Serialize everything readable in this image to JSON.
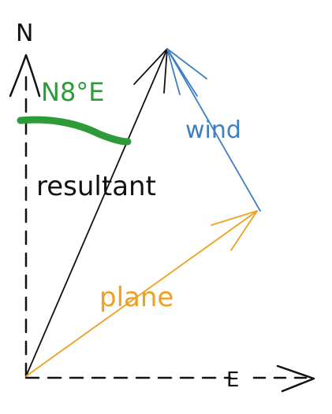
{
  "labels": {
    "north": "N",
    "east": "E",
    "angle": "N8°E",
    "wind": "wind",
    "resultant": "resultant",
    "plane": "plane"
  },
  "colors": {
    "axes": "#111111",
    "resultant": "#111111",
    "wind": "#3b7fc4",
    "plane": "#f0a020",
    "angle": "#2f9a3a"
  }
}
